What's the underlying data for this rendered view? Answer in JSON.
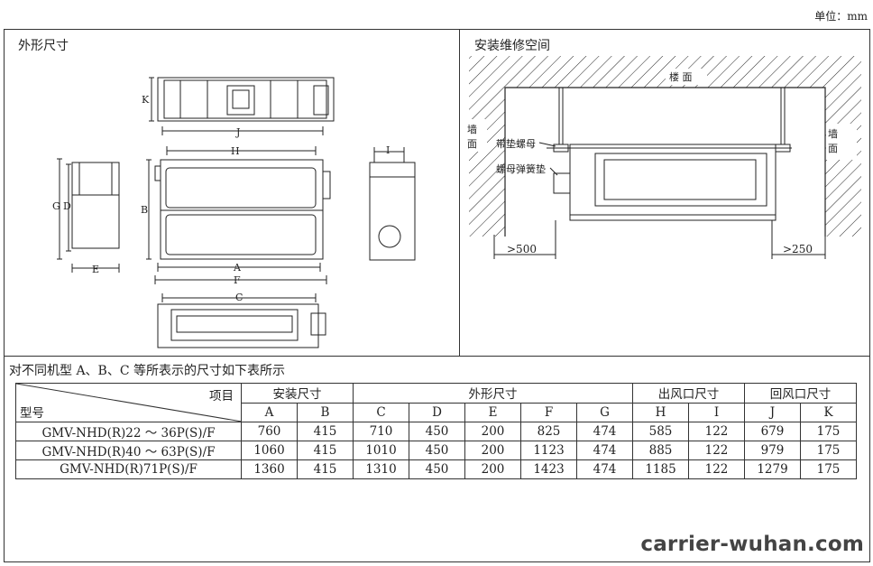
{
  "unit_label": "单位：mm",
  "dims_section": {
    "title": "外形尺寸",
    "letters": {
      "A": "A",
      "B": "B",
      "C": "C",
      "D": "D",
      "E": "E",
      "F": "F",
      "G": "G",
      "H": "H",
      "I": "I",
      "J": "J",
      "K": "K"
    }
  },
  "install_section": {
    "title": "安装维修空间",
    "floor_label": "楼  面",
    "wall_left": "墙\n面",
    "wall_right": "墙\n面",
    "washer_nut_label": "带垫螺母",
    "spring_nut_label": "螺母弹簧垫",
    "clear_left": ">500",
    "clear_right": ">250"
  },
  "table": {
    "caption": "对不同机型 A、B、C 等所表示的尺寸如下表所示",
    "corner_top": "项目",
    "corner_bottom": "型号",
    "groups": [
      "安装尺寸",
      "外形尺寸",
      "出风口尺寸",
      "回风口尺寸"
    ],
    "columns": [
      "A",
      "B",
      "C",
      "D",
      "E",
      "F",
      "G",
      "H",
      "I",
      "J",
      "K"
    ],
    "rows": [
      {
        "model": "GMV-NHD(R)22 ～ 36P(S)/F",
        "values": [
          "760",
          "415",
          "710",
          "450",
          "200",
          "825",
          "474",
          "585",
          "122",
          "679",
          "175"
        ]
      },
      {
        "model": "GMV-NHD(R)40 ～ 63P(S)/F",
        "values": [
          "1060",
          "415",
          "1010",
          "450",
          "200",
          "1123",
          "474",
          "885",
          "122",
          "979",
          "175"
        ]
      },
      {
        "model": "GMV-NHD(R)71P(S)/F",
        "values": [
          "1360",
          "415",
          "1310",
          "450",
          "200",
          "1423",
          "474",
          "1185",
          "122",
          "1279",
          "175"
        ]
      }
    ]
  },
  "watermark": "carrier-wuhan.com"
}
